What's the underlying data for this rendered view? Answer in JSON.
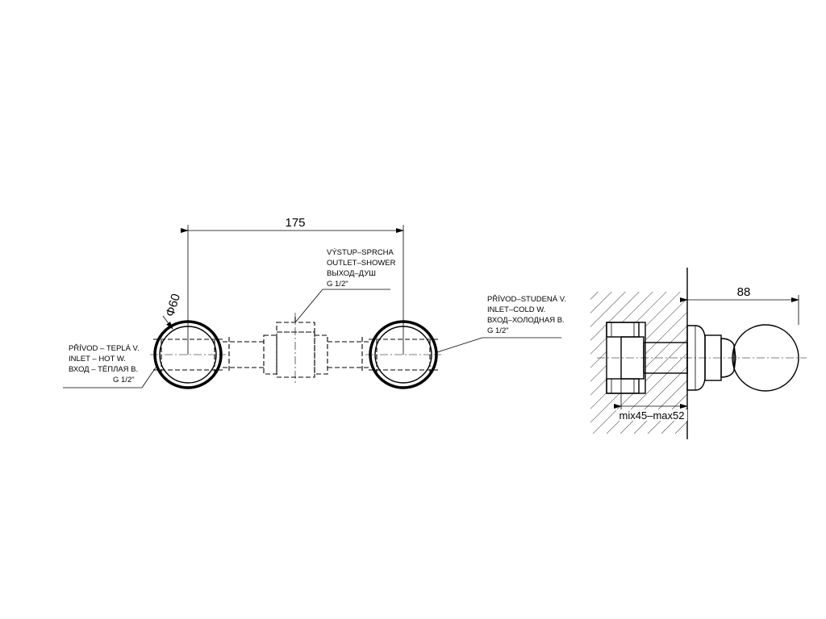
{
  "dimensions": {
    "center_distance": "175",
    "diameter": "Φ60",
    "depth": "88",
    "wall_range": "mix45–max52"
  },
  "labels": {
    "hot": [
      "PŘÍVOD – TEPLÁ V.",
      "INLET – HOT W.",
      "ВХОД – ТЁПЛАЯ В.",
      "G 1/2\""
    ],
    "outlet": [
      "VÝSTUP–SPRCHA",
      "OUTLET–SHOWER",
      "ВЫХОД–ДУШ",
      "G 1/2\""
    ],
    "cold": [
      "PŘÍVOD–STUDENÁ V.",
      "INLET–COLD W.",
      "ВХОД–ХОЛОДНАЯ В.",
      "G 1/2\""
    ]
  }
}
